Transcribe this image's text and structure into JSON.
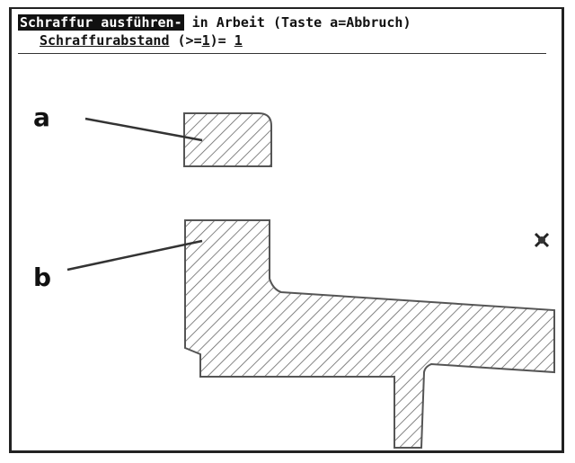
{
  "header": {
    "command": "Schraffur ausführen-",
    "status": " in Arbeit (Taste a=Abbruch)",
    "prompt_label": "Schraffurabstand",
    "prompt_hint_prefix": " (>=",
    "prompt_hint_value": "1",
    "prompt_hint_suffix": ")= ",
    "prompt_value": "1"
  },
  "drawing": {
    "label_a": "a",
    "label_b": "b"
  }
}
